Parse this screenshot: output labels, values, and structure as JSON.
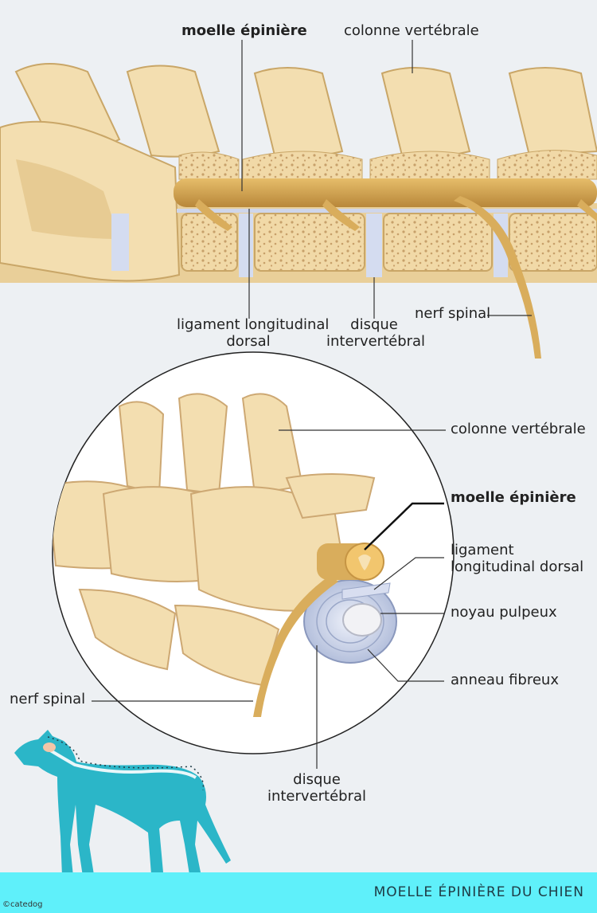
{
  "colors": {
    "background": "#edf0f3",
    "bone": "#f3deb0",
    "bone_shadow": "#d9bc83",
    "spinal_cord": "#d4a44e",
    "disc": "#c9d2ea",
    "footer": "#5ff0fa",
    "dog": "#2bb6c8"
  },
  "icons": [
    "dog-silhouette-icon"
  ],
  "top_view": {
    "moelle": "moelle épinière",
    "colonne": "colonne vertébrale",
    "ligament_line1": "ligament longitudinal",
    "ligament_line2": "dorsal",
    "disque_line1": "disque",
    "disque_line2": "intervertébral",
    "nerf": "nerf spinal"
  },
  "zoom_view": {
    "colonne": "colonne vertébrale",
    "moelle": "moelle épinière",
    "ligament_line1": "ligament",
    "ligament_line2": "longitudinal dorsal",
    "noyau": "noyau pulpeux",
    "anneau": "anneau fibreux",
    "nerf": "nerf spinal",
    "disque_line1": "disque",
    "disque_line2": "intervertébral"
  },
  "footer": {
    "title": "MOELLE ÉPINIÈRE DU CHIEN",
    "copyright": "©catedog"
  }
}
